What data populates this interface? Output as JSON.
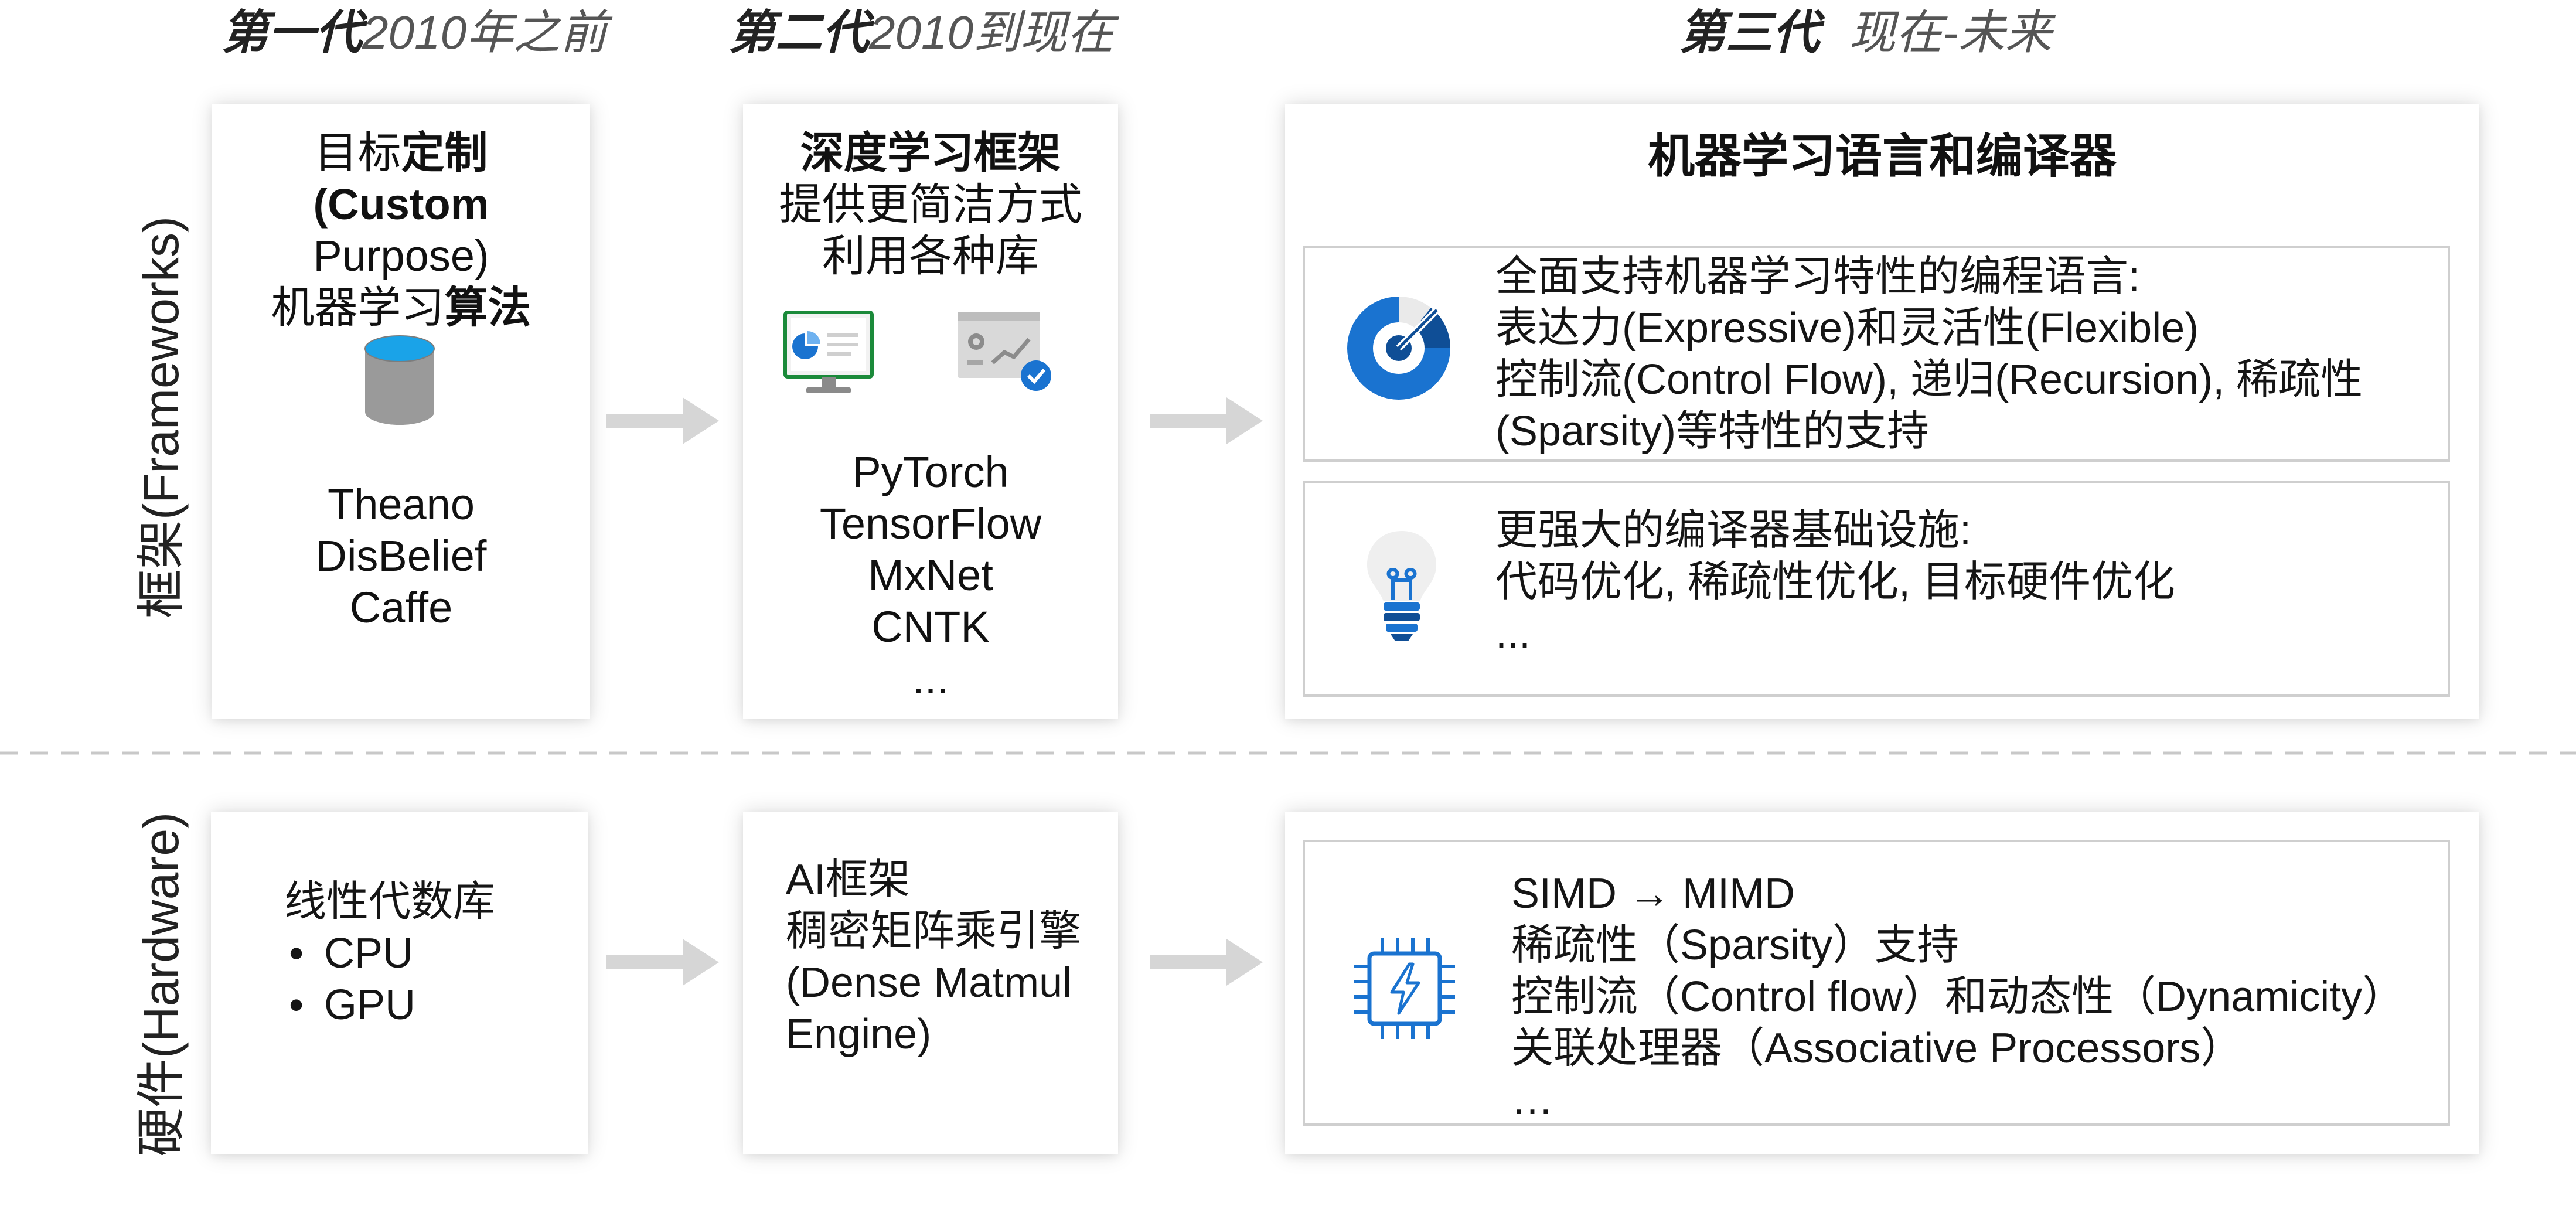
{
  "headers": {
    "gen1": {
      "name": "第一代",
      "period": "2010年之前"
    },
    "gen2": {
      "name": "第二代",
      "period": "2010到现在"
    },
    "gen3": {
      "name": "第三代",
      "period": "现在-未来"
    }
  },
  "row_labels": {
    "frameworks": "框架(Frameworks)",
    "hardware": "硬件(Hardware)"
  },
  "gen1_fw": {
    "line1_a": "目标",
    "line1_b": "定制",
    "line2": "(Custom",
    "line3": "Purpose)",
    "line4_a": "机器学习",
    "line4_b": "算法",
    "libs": [
      "Theano",
      "DisBelief",
      "Caffe"
    ]
  },
  "gen2_fw": {
    "title": "深度学习框架",
    "line2": "提供更简洁方式",
    "line3": "利用各种库",
    "libs": [
      "PyTorch",
      "TensorFlow",
      "MxNet",
      "CNTK",
      "..."
    ]
  },
  "gen3_fw": {
    "title": "机器学习语言和编译器",
    "box1": [
      "全面支持机器学习特性的编程语言:",
      "表达力(Expressive)和灵活性(Flexible)",
      "控制流(Control Flow), 递归(Recursion), 稀疏性",
      "(Sparsity)等特性的支持"
    ],
    "box2": [
      "更强大的编译器基础设施:",
      "代码优化, 稀疏性优化, 目标硬件优化",
      "..."
    ]
  },
  "gen1_hw": {
    "title": "线性代数库",
    "items": [
      "CPU",
      "GPU"
    ]
  },
  "gen2_hw": {
    "lines": [
      "AI框架",
      "稠密矩阵乘引擎",
      "(Dense Matmul",
      "Engine)"
    ]
  },
  "gen3_hw": {
    "lines": [
      "SIMD → MIMD",
      "稀疏性（Sparsity）支持",
      "控制流（Control flow）和动态性（Dynamicity）",
      "关联处理器（Associative Processors）",
      "…"
    ]
  },
  "colors": {
    "accent_blue": "#1a73d0",
    "dark_blue": "#0f4e96",
    "arrow_gray": "#d6d6d6",
    "divider": "#c8c8c8"
  }
}
